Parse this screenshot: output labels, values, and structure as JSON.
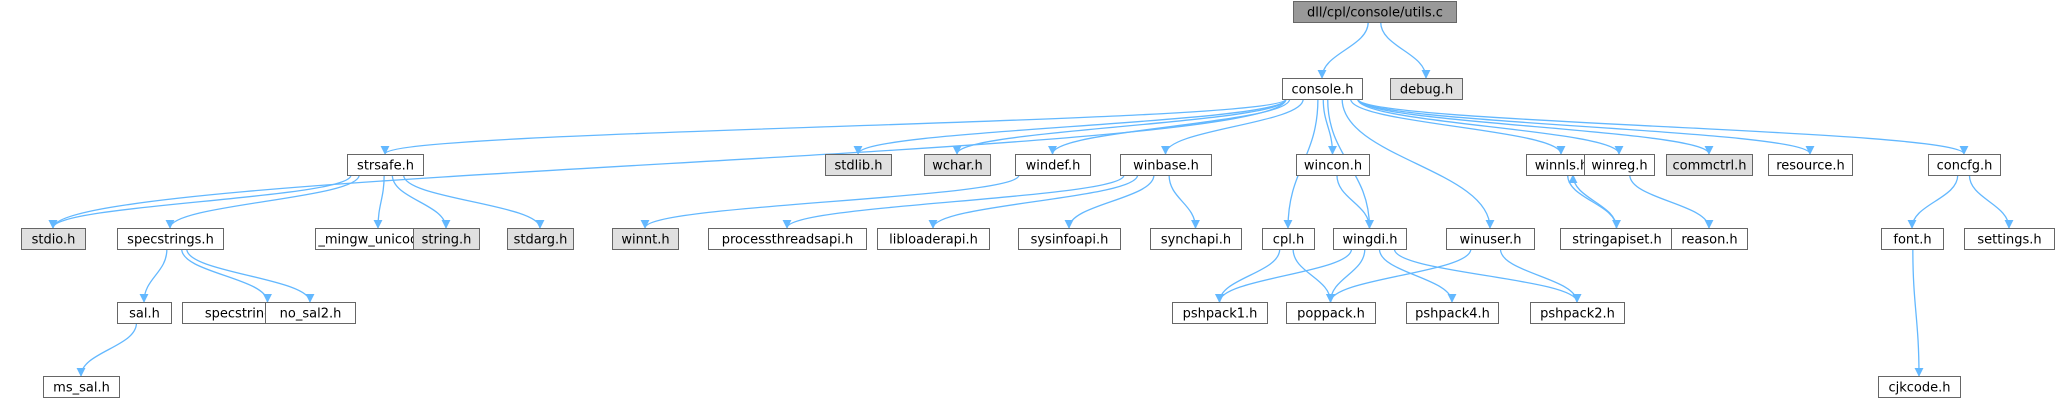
{
  "colors": {
    "root_fill": "#999999",
    "internal_fill": "#ffffff",
    "external_fill": "#e0e0e0",
    "node_border": "#666666",
    "edge": "#63b8ff"
  },
  "nodes": [
    {
      "id": "root",
      "label": "dll/cpl/console/utils.c",
      "kind": "root"
    },
    {
      "id": "console",
      "label": "console.h",
      "kind": "internal"
    },
    {
      "id": "debug",
      "label": "debug.h",
      "kind": "external"
    },
    {
      "id": "strsafe",
      "label": "strsafe.h",
      "kind": "internal"
    },
    {
      "id": "stdlib",
      "label": "stdlib.h",
      "kind": "external"
    },
    {
      "id": "wchar",
      "label": "wchar.h",
      "kind": "external"
    },
    {
      "id": "windef",
      "label": "windef.h",
      "kind": "internal"
    },
    {
      "id": "winbase",
      "label": "winbase.h",
      "kind": "internal"
    },
    {
      "id": "wincon",
      "label": "wincon.h",
      "kind": "internal"
    },
    {
      "id": "winnls",
      "label": "winnls.h",
      "kind": "internal"
    },
    {
      "id": "winreg",
      "label": "winreg.h",
      "kind": "internal"
    },
    {
      "id": "commctrl",
      "label": "commctrl.h",
      "kind": "external"
    },
    {
      "id": "resource",
      "label": "resource.h",
      "kind": "internal"
    },
    {
      "id": "concfg",
      "label": "concfg.h",
      "kind": "internal"
    },
    {
      "id": "stdio",
      "label": "stdio.h",
      "kind": "external"
    },
    {
      "id": "specstrings",
      "label": "specstrings.h",
      "kind": "internal"
    },
    {
      "id": "mingw_unicode",
      "label": "_mingw_unicode.h",
      "kind": "internal"
    },
    {
      "id": "string",
      "label": "string.h",
      "kind": "external"
    },
    {
      "id": "stdarg",
      "label": "stdarg.h",
      "kind": "external"
    },
    {
      "id": "winnt",
      "label": "winnt.h",
      "kind": "external"
    },
    {
      "id": "processthreadsapi",
      "label": "processthreadsapi.h",
      "kind": "internal"
    },
    {
      "id": "libloaderapi",
      "label": "libloaderapi.h",
      "kind": "internal"
    },
    {
      "id": "sysinfoapi",
      "label": "sysinfoapi.h",
      "kind": "internal"
    },
    {
      "id": "synchapi",
      "label": "synchapi.h",
      "kind": "internal"
    },
    {
      "id": "cpl",
      "label": "cpl.h",
      "kind": "internal"
    },
    {
      "id": "wingdi",
      "label": "wingdi.h",
      "kind": "internal"
    },
    {
      "id": "winuser",
      "label": "winuser.h",
      "kind": "internal"
    },
    {
      "id": "stringapiset",
      "label": "stringapiset.h",
      "kind": "internal"
    },
    {
      "id": "reason",
      "label": "reason.h",
      "kind": "internal"
    },
    {
      "id": "font",
      "label": "font.h",
      "kind": "internal"
    },
    {
      "id": "settings",
      "label": "settings.h",
      "kind": "internal"
    },
    {
      "id": "sal",
      "label": "sal.h",
      "kind": "internal"
    },
    {
      "id": "specstrings_strict",
      "label": "specstrings_strict.h",
      "kind": "internal"
    },
    {
      "id": "no_sal2",
      "label": "no_sal2.h",
      "kind": "internal"
    },
    {
      "id": "pshpack1",
      "label": "pshpack1.h",
      "kind": "internal"
    },
    {
      "id": "poppack",
      "label": "poppack.h",
      "kind": "internal"
    },
    {
      "id": "pshpack4",
      "label": "pshpack4.h",
      "kind": "internal"
    },
    {
      "id": "pshpack2",
      "label": "pshpack2.h",
      "kind": "internal"
    },
    {
      "id": "cjkcode",
      "label": "cjkcode.h",
      "kind": "internal"
    },
    {
      "id": "ms_sal",
      "label": "ms_sal.h",
      "kind": "internal"
    }
  ],
  "edges": [
    [
      "root",
      "console"
    ],
    [
      "root",
      "debug"
    ],
    [
      "console",
      "stdio"
    ],
    [
      "console",
      "strsafe"
    ],
    [
      "console",
      "stdlib"
    ],
    [
      "console",
      "wchar"
    ],
    [
      "console",
      "windef"
    ],
    [
      "console",
      "winbase"
    ],
    [
      "console",
      "cpl"
    ],
    [
      "console",
      "wincon"
    ],
    [
      "console",
      "wingdi"
    ],
    [
      "console",
      "winuser"
    ],
    [
      "console",
      "winnls"
    ],
    [
      "console",
      "winreg"
    ],
    [
      "console",
      "commctrl"
    ],
    [
      "console",
      "resource"
    ],
    [
      "console",
      "concfg"
    ],
    [
      "strsafe",
      "stdio"
    ],
    [
      "strsafe",
      "specstrings"
    ],
    [
      "strsafe",
      "mingw_unicode"
    ],
    [
      "strsafe",
      "string"
    ],
    [
      "strsafe",
      "stdarg"
    ],
    [
      "specstrings",
      "sal"
    ],
    [
      "specstrings",
      "specstrings_strict"
    ],
    [
      "specstrings",
      "no_sal2"
    ],
    [
      "sal",
      "ms_sal"
    ],
    [
      "windef",
      "winnt"
    ],
    [
      "winbase",
      "processthreadsapi"
    ],
    [
      "winbase",
      "libloaderapi"
    ],
    [
      "winbase",
      "sysinfoapi"
    ],
    [
      "winbase",
      "synchapi"
    ],
    [
      "cpl",
      "pshpack1"
    ],
    [
      "cpl",
      "poppack"
    ],
    [
      "wincon",
      "wingdi"
    ],
    [
      "wingdi",
      "pshpack1"
    ],
    [
      "wingdi",
      "poppack"
    ],
    [
      "wingdi",
      "pshpack4"
    ],
    [
      "wingdi",
      "pshpack2"
    ],
    [
      "winuser",
      "poppack"
    ],
    [
      "winuser",
      "pshpack2"
    ],
    [
      "winnls",
      "stringapiset"
    ],
    [
      "stringapiset",
      "winnls"
    ],
    [
      "winreg",
      "reason"
    ],
    [
      "concfg",
      "font"
    ],
    [
      "concfg",
      "settings"
    ],
    [
      "font",
      "cjkcode"
    ]
  ]
}
